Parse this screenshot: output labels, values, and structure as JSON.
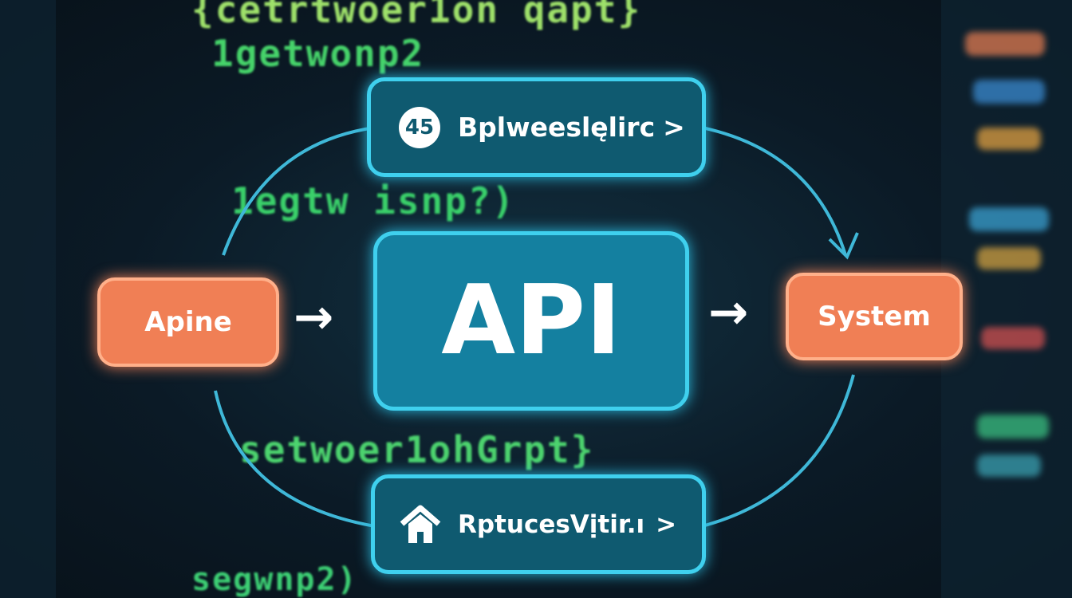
{
  "background_code": [
    {
      "text": "{cetrtwoer1on qapt}",
      "color": "#9ee06a"
    },
    {
      "text": "1getwonp2",
      "color": "#46d36a"
    },
    {
      "text": "1egtw isnp?)",
      "color": "#3ad06a"
    },
    {
      "text": "setwoer1ohGrpt}",
      "color": "#4cd36e"
    },
    {
      "text": "segwnp2)",
      "color": "#3dcf74"
    }
  ],
  "diagram": {
    "center": {
      "label": "API"
    },
    "left": {
      "label": "Apine"
    },
    "right": {
      "label": "System"
    },
    "top": {
      "label": "Bplweeslęlirc",
      "icon": "number-badge-icon",
      "icon_text": "45",
      "chevron": ">"
    },
    "bottom": {
      "label": "RptucesVịtir.ı",
      "icon": "home-icon",
      "chevron": ">"
    },
    "arrow": "→"
  },
  "colors": {
    "teal": "#0f5a70",
    "cyan": "#3fd0ee",
    "orange": "#f07f55"
  }
}
